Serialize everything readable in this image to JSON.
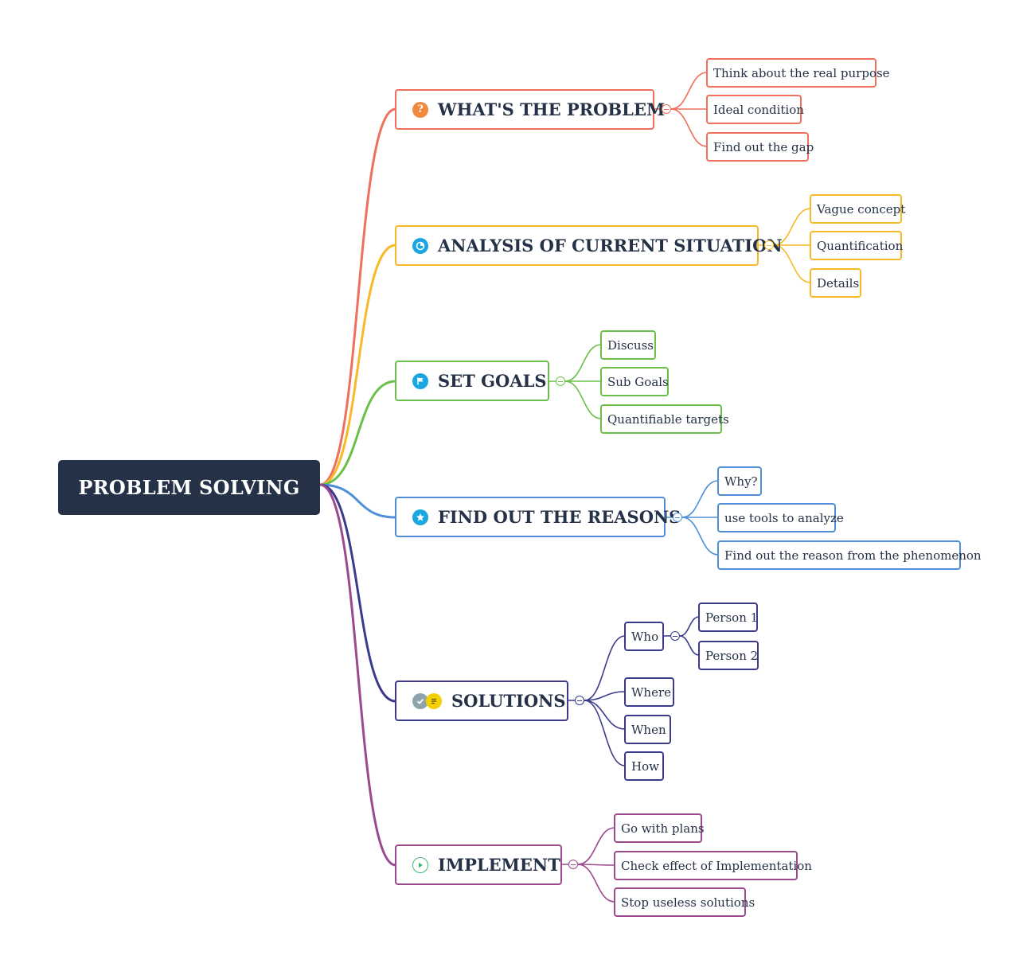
{
  "root": {
    "label": "PROBLEM SOLVING"
  },
  "colors": {
    "root": "#253147",
    "problem": "#ef705c",
    "analysis": "#f7b928",
    "goals": "#6cc04a",
    "reasons": "#4e8fd8",
    "solutions": "#3b3a8c",
    "implement": "#9b4a8e"
  },
  "branches": {
    "problem": {
      "label": "WHAT'S THE PROBLEM",
      "icon": "question-icon",
      "children": [
        "Think about the real purpose",
        "Ideal condition",
        "Find out the gap"
      ]
    },
    "analysis": {
      "label": "ANALYSIS OF CURRENT SITUATION",
      "icon": "pie-chart-icon",
      "children": [
        "Vague concept",
        "Quantification",
        "Details"
      ]
    },
    "goals": {
      "label": "SET GOALS",
      "icon": "flag-icon",
      "children": [
        "Discuss",
        "Sub Goals",
        "Quantifiable targets"
      ]
    },
    "reasons": {
      "label": "FIND OUT THE REASONS",
      "icon": "star-icon",
      "children": [
        "Why?",
        "use tools to analyze",
        "Find out the reason from the phenomenon"
      ]
    },
    "solutions": {
      "label": "SOLUTIONS",
      "icon": "check-icon",
      "icon2": "note-icon",
      "children": [
        "Who",
        "Where",
        "When",
        "How"
      ],
      "who_children": [
        "Person 1",
        "Person 2"
      ]
    },
    "implement": {
      "label": "IMPLEMENT",
      "icon": "play-icon",
      "children": [
        "Go with plans",
        "Check effect of Implementation",
        "Stop useless solutions"
      ]
    }
  }
}
